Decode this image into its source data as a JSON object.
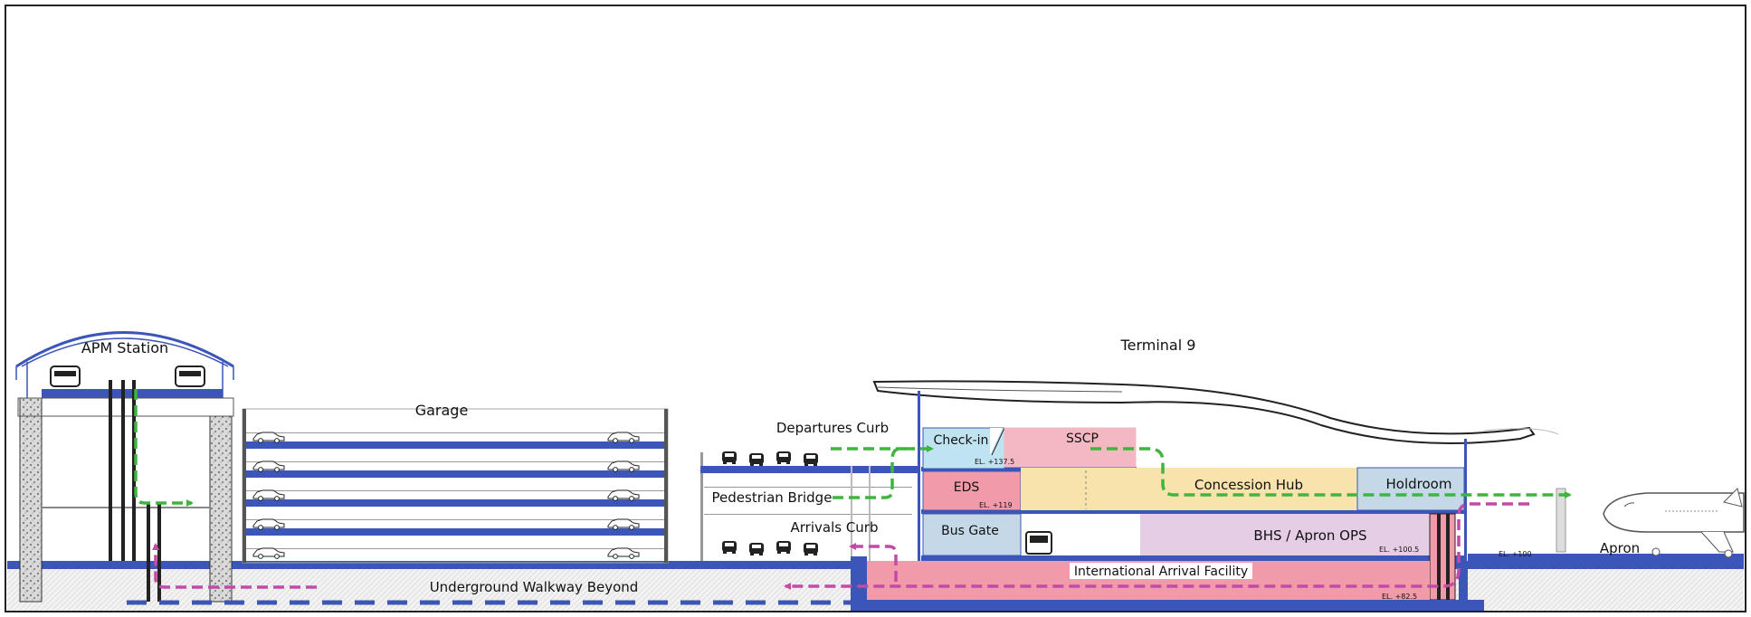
{
  "labels": {
    "apm_station": "APM Station",
    "garage": "Garage",
    "terminal": "Terminal 9",
    "departures_curb": "Departures Curb",
    "pedestrian_bridge": "Pedestrian Bridge",
    "arrivals_curb": "Arrivals Curb",
    "underground_walkway": "Underground Walkway Beyond",
    "apron": "Apron"
  },
  "spaces": {
    "checkin": "Check-in",
    "sscp": "SSCP",
    "eds": "EDS",
    "concession": "Concession Hub",
    "holdroom": "Holdroom",
    "bus_gate": "Bus Gate",
    "bhs": "BHS / Apron OPS",
    "intl_arrival": "International Arrival Facility"
  },
  "elevations": {
    "checkin": "EL. +137.5",
    "eds": "EL. +119",
    "bhs": "EL. +100.5",
    "apron": "EL. +100",
    "intl_arrival": "EL. +82.5"
  },
  "colors": {
    "structure": "#3b55b8",
    "departures_flow": "#3fb53f",
    "arrivals_flow": "#c44aa8",
    "checkin_fill": "#bfe3f0",
    "sscp_fill": "#f4b8c2",
    "eds_fill": "#f19aaa",
    "concession_fill": "#f8e3ad",
    "holdroom_fill": "#c4d8e8",
    "bus_gate_fill": "#c4d8e8",
    "bhs_fill": "#e5cde5",
    "intl_fill": "#f19aaa"
  }
}
